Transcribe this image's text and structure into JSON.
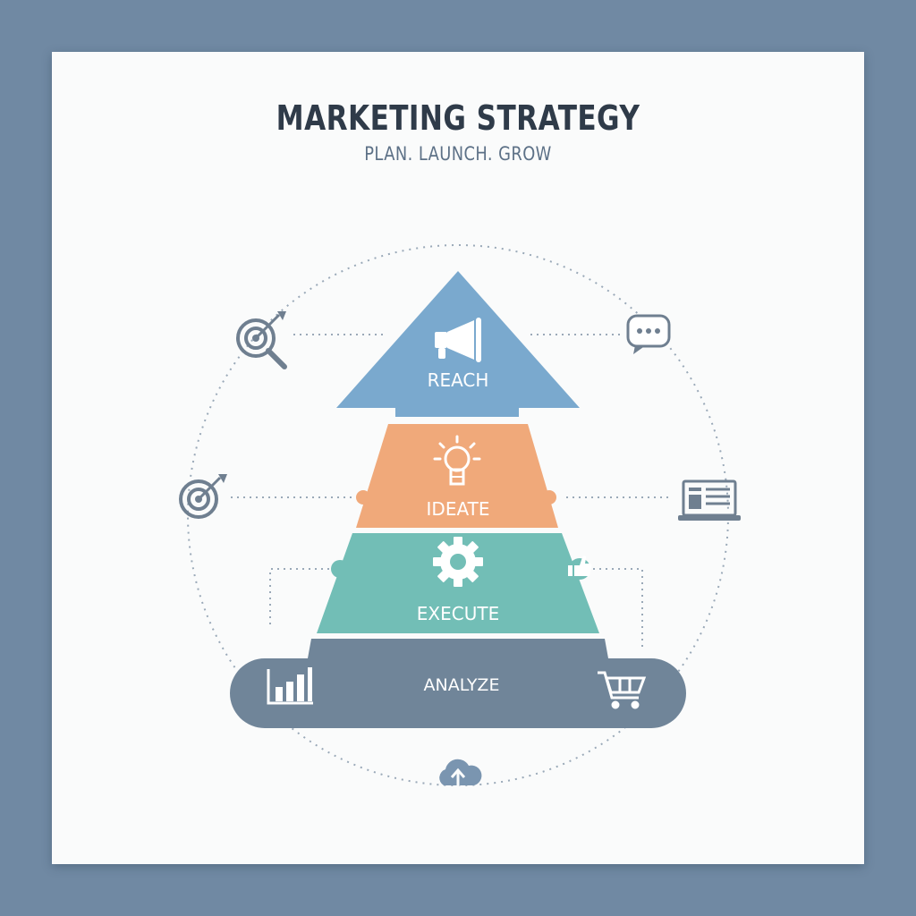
{
  "header": {
    "title": "MARKETING STRATEGY",
    "subtitle": "PLAN. LAUNCH. GROW"
  },
  "pyramid": {
    "layers": [
      {
        "label": "REACH",
        "icon": "megaphone-icon",
        "color": "#7aa9ce"
      },
      {
        "label": "IDEATE",
        "icon": "lightbulb-icon",
        "color": "#f0a97a"
      },
      {
        "label": "EXECUTE",
        "icon": "gear-icon",
        "color": "#72beb6"
      },
      {
        "label": "ANALYZE",
        "icon": "bar-chart-icon",
        "color": "#708599"
      }
    ]
  },
  "satellite_icons": [
    "target-search-icon",
    "chat-bubble-icon",
    "target-icon",
    "laptop-icon",
    "thumbs-up-icon",
    "bar-chart-icon",
    "shopping-cart-icon",
    "cloud-upload-icon"
  ],
  "colors": {
    "background": "#7089a3",
    "card": "#fafbfb",
    "icon_gray": "#6f7f90",
    "dotted_line": "#9aa9b8"
  }
}
